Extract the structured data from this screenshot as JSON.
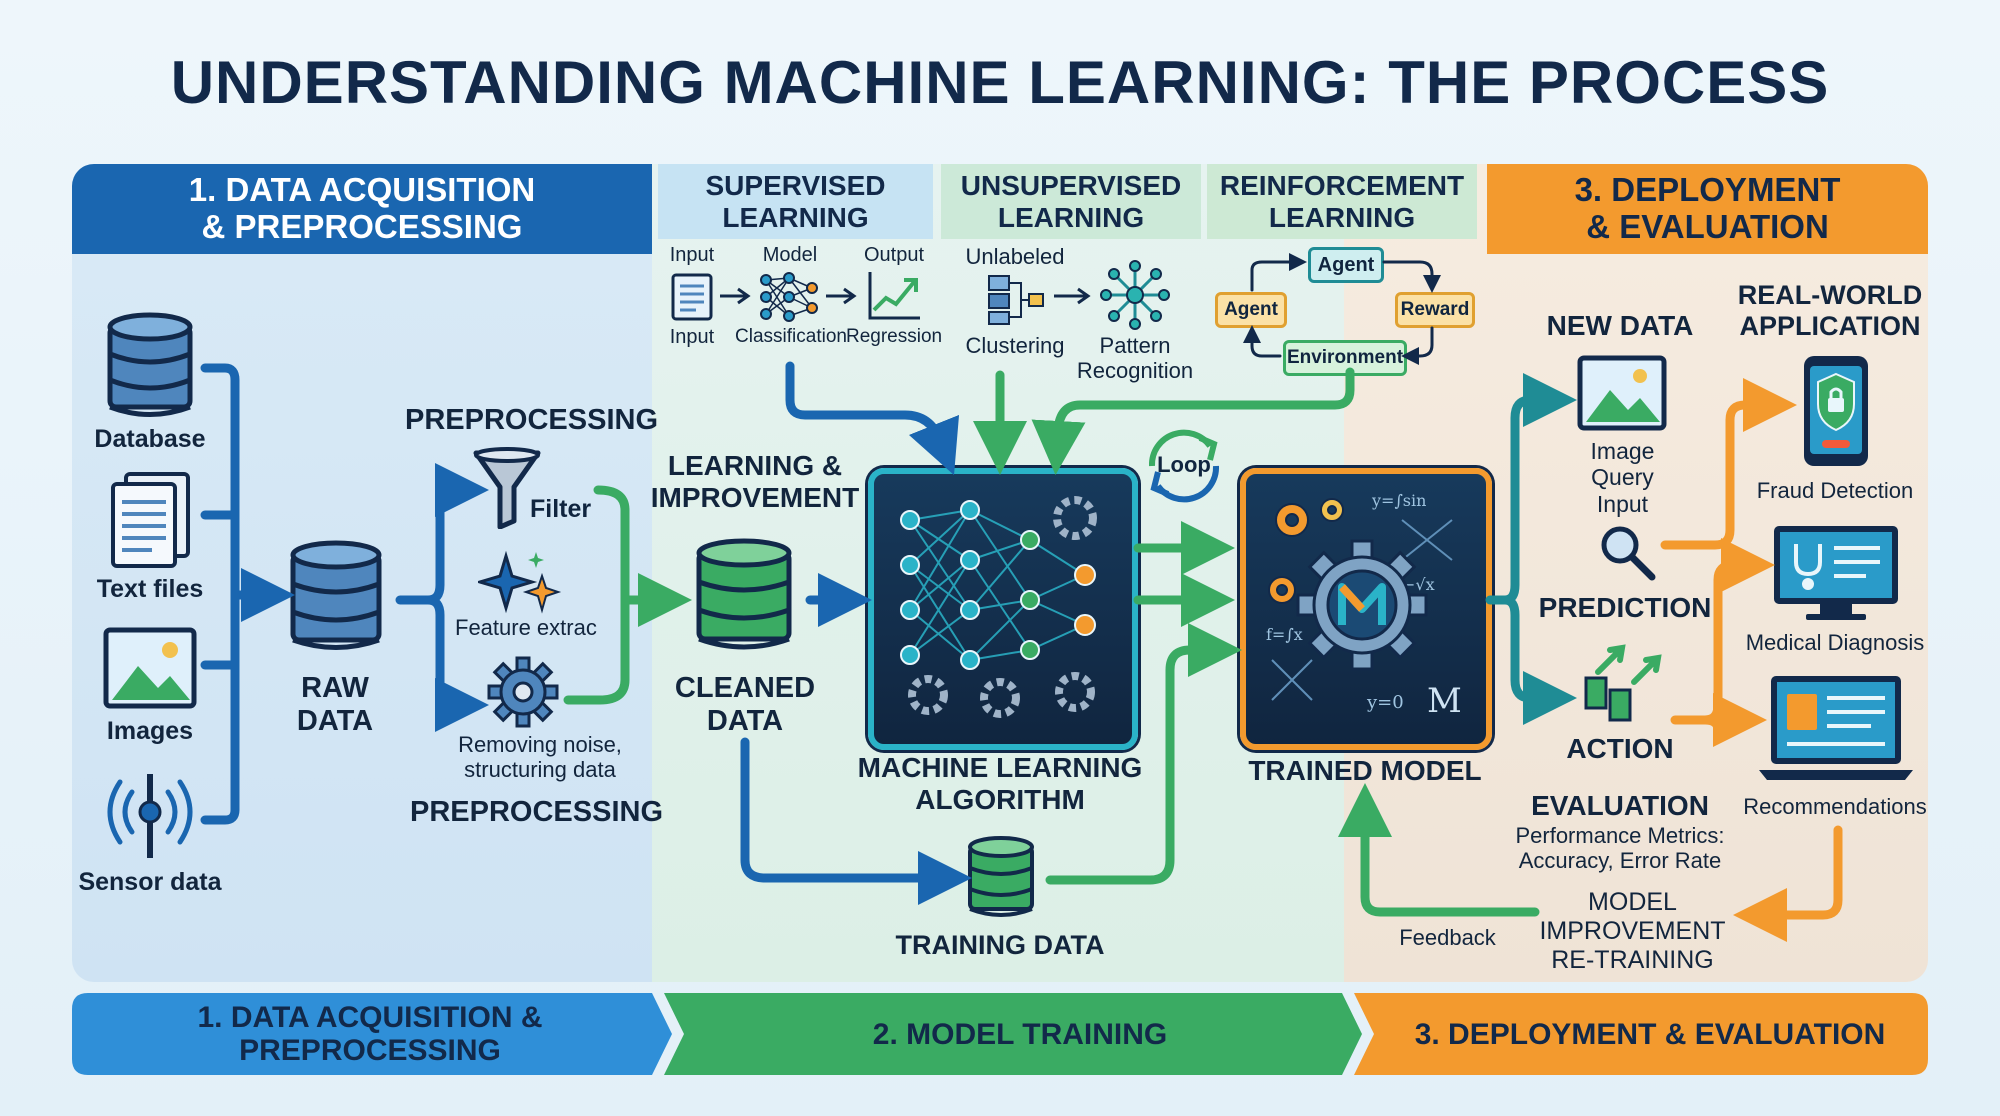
{
  "title": "UNDERSTANDING MACHINE LEARNING: THE PROCESS",
  "section1": {
    "header": "1. DATA ACQUISITION\n& PREPROCESSING",
    "sources": [
      "Database",
      "Text files",
      "Images",
      "Sensor data"
    ],
    "raw_data": "RAW\nDATA",
    "preprocessing_top": "PREPROCESSING",
    "preprocessing_bottom": "PREPROCESSING",
    "filter": "Filter",
    "feature": "Feature extrac",
    "noise": "Removing noise,\nstructuring data"
  },
  "section2": {
    "supervised": {
      "header": "SUPERVISED\nLEARNING",
      "input": "Input",
      "model": "Model",
      "output": "Output",
      "input2": "Input",
      "classification": "Classification",
      "regression": "Regression"
    },
    "unsupervised": {
      "header": "UNSUPERVISED\nLEARNING",
      "unlabeled": "Unlabeled",
      "clustering": "Clustering",
      "pattern": "Pattern\nRecognition"
    },
    "reinforcement": {
      "header": "REINFORCEMENT\nLEARNING",
      "agent_top": "Agent",
      "agent_left": "Agent",
      "reward": "Reward",
      "environment": "Environment"
    },
    "learning": "LEARNING &\nIMPROVEMENT",
    "cleaned": "CLEANED\nDATA",
    "algorithm": "MACHINE LEARNING\nALGORITHM",
    "training_data": "TRAINING DATA",
    "loop": "Loop",
    "trained_model": "TRAINED MODEL"
  },
  "section3": {
    "header": "3. DEPLOYMENT\n& EVALUATION",
    "new_data": "NEW DATA",
    "image_query": "Image\nQuery\nInput",
    "prediction": "PREDICTION",
    "action": "ACTION",
    "evaluation": "EVALUATION",
    "metrics": "Performance Metrics:\nAccuracy, Error Rate",
    "model_improvement": "MODEL\nIMPROVEMENT\nRE-TRAINING",
    "feedback": "Feedback",
    "real_world": "REAL-WORLD\nAPPLICATION",
    "fraud": "Fraud Detection",
    "medical": "Medical Diagnosis",
    "recommendations": "Recommendations"
  },
  "footer": [
    "1. DATA ACQUISITION &\nPREPROCESSING",
    "2. MODEL TRAINING",
    "3. DEPLOYMENT & EVALUATION"
  ],
  "colors": {
    "blue": "#1a66b0",
    "teal": "#1f8c95",
    "green": "#3aab63",
    "orange": "#f39a2e",
    "navy": "#12294a"
  }
}
